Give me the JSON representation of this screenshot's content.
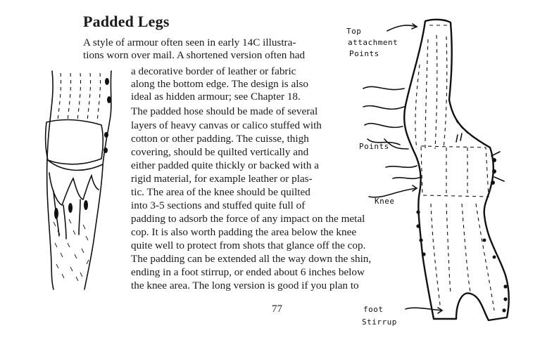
{
  "heading": "Padded Legs",
  "body_lines": [
    "A style of armour often seen in early 14C illustra-",
    "tions worn over mail. A shortened version often had",
    "a decorative border of leather or fabric",
    "along the bottom edge. The design is also",
    "ideal as hidden armour; see Chapter 18.",
    "The padded hose should be made of several",
    "layers of heavy canvas or calico stuffed with",
    "cotton or other padding. The cuisse, thigh",
    "covering, should be quilted vertically and",
    "either padded quite thickly or backed with a",
    "rigid material, for example leather or plas-",
    "tic. The area of the knee should be quilted",
    "into 3-5 sections and stuffed quite full of",
    "padding to adsorb the force of any impact on the metal",
    "cop. It is also worth padding the area below the knee",
    "quite well to protect from shots that glance off the cop.",
    "The padding can be extended all the way down the shin,",
    "ending in a foot stirrup, or ended about 6 inches below",
    "the knee area. The long version is good if you plan to"
  ],
  "page_number": "77",
  "diagram_notes": {
    "top_attachment_1": "Top",
    "top_attachment_2": "attachment",
    "top_attachment_3": "Points",
    "points": "Points",
    "knee": "Knee",
    "foot_stirrup_1": "foot",
    "foot_stirrup_2": "Stirrup"
  }
}
